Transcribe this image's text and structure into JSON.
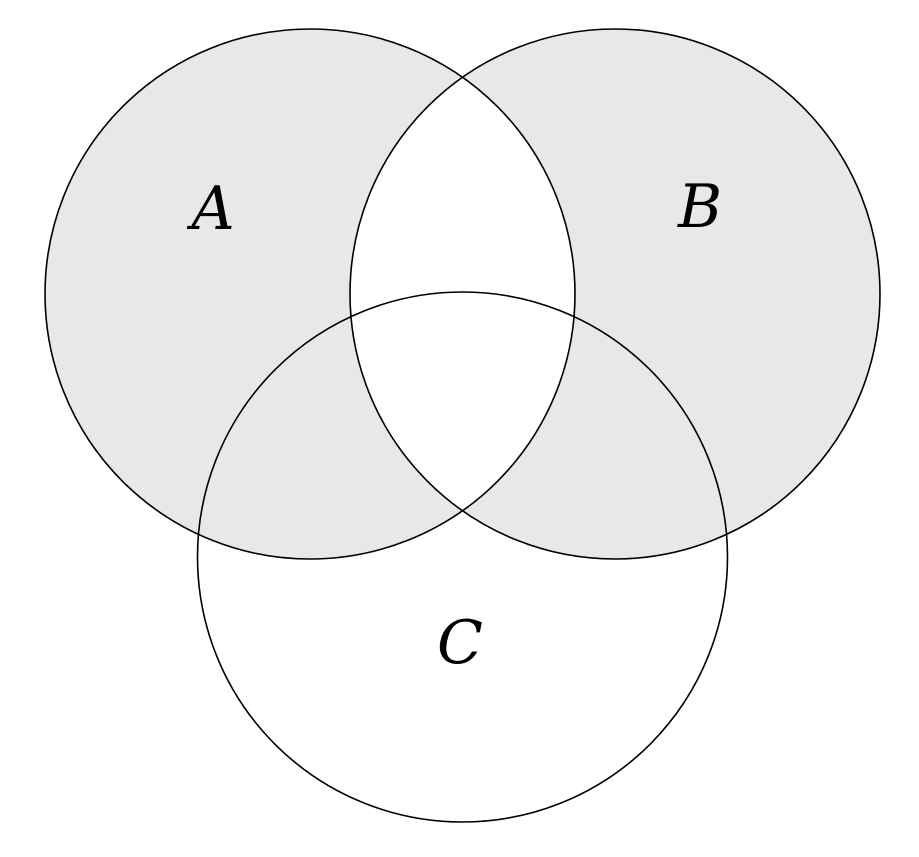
{
  "diagram": {
    "type": "venn-3-set",
    "title": "Three-set Venn diagram with A symmetric-difference B shaded",
    "sets": [
      {
        "label": "A",
        "shaded_outside_overlap": true
      },
      {
        "label": "B",
        "shaded_outside_overlap": true
      },
      {
        "label": "C",
        "shaded_outside_overlap": false
      }
    ],
    "shaded_region": "(A union B) minus (A intersect B) — symmetric difference of A and B; regions A-only, B-only, A∩C-only and B∩C-only are gray; A∩B lens, triple overlap, C-only and exterior are white",
    "colors": {
      "shade": "#e8e8e8",
      "stroke": "#000000",
      "background": "#ffffff"
    }
  }
}
